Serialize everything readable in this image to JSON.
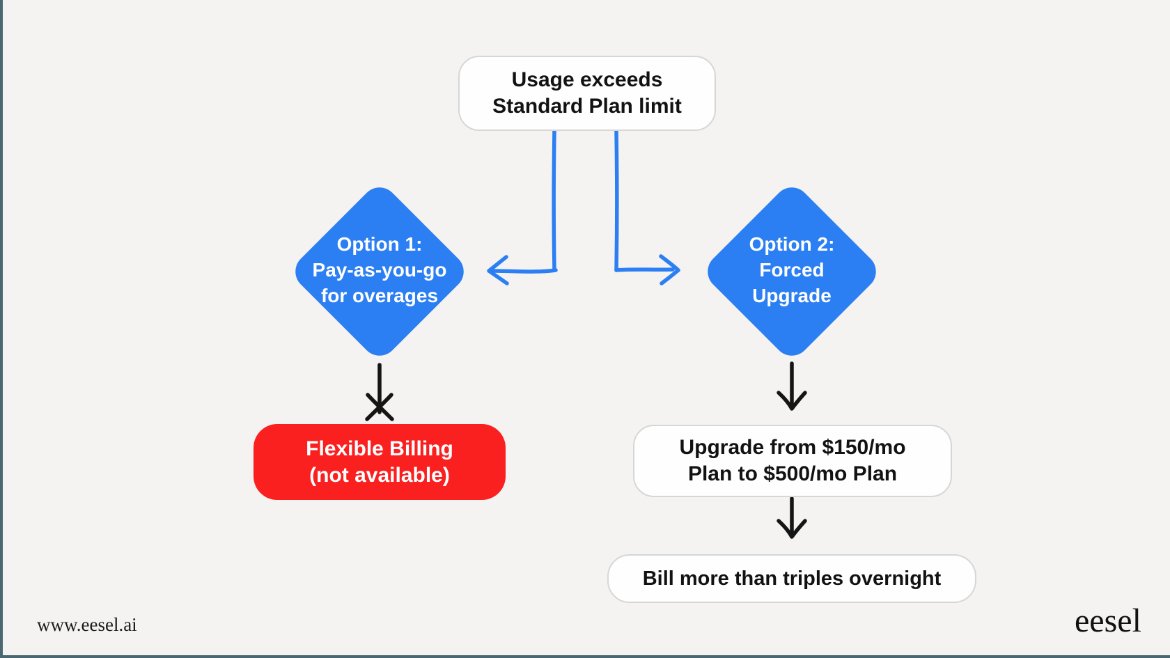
{
  "page": {
    "background": "#f4f3f1",
    "frame_color": "#4a6772",
    "accent_blue": "#2b7ff2",
    "accent_red": "#fa2020",
    "arrow_black": "#151515"
  },
  "flowchart": {
    "start": {
      "lines": [
        "Usage exceeds",
        "Standard Plan limit"
      ]
    },
    "option1": {
      "lines": [
        "Option 1:",
        "Pay-as-you-go",
        "for overages"
      ]
    },
    "option2": {
      "lines": [
        "Option 2:",
        "Forced",
        "Upgrade"
      ]
    },
    "flexible_billing": {
      "lines": [
        "Flexible Billing",
        "(not available)"
      ]
    },
    "upgrade": {
      "lines": [
        "Upgrade from $150/mo",
        "Plan to $500/mo Plan"
      ]
    },
    "bill": {
      "lines": [
        "Bill more than triples overnight"
      ]
    }
  },
  "footer": {
    "website": "www.eesel.ai",
    "logo": "eesel"
  }
}
